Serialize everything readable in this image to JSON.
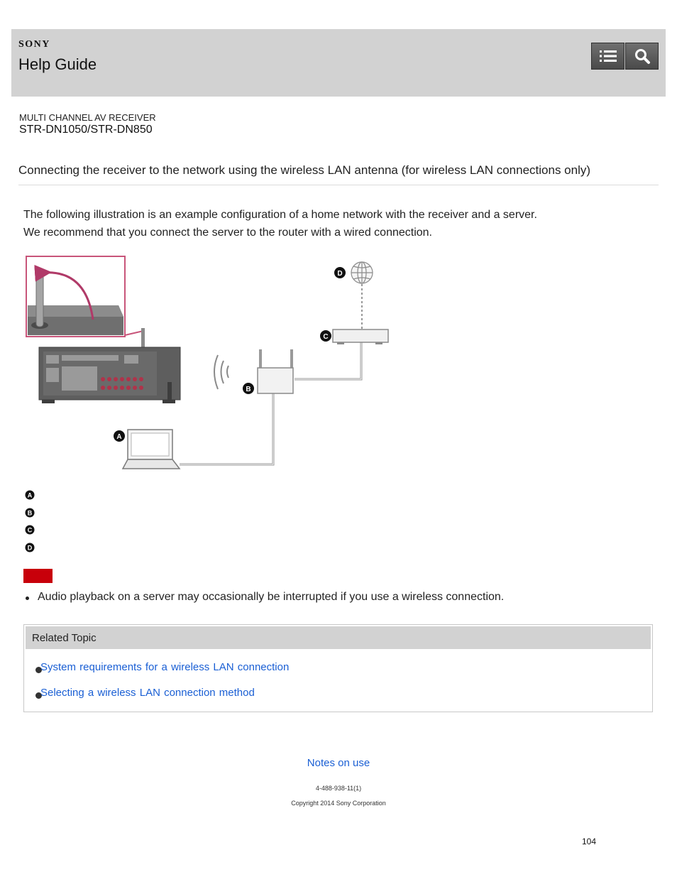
{
  "header": {
    "brand": "SONY",
    "title": "Help Guide",
    "toc_button": "list-icon",
    "search_button": "search-icon",
    "background": "#d2d2d2"
  },
  "product": {
    "category": "MULTI CHANNEL AV RECEIVER",
    "model": "STR-DN1050/STR-DN850"
  },
  "page_title": "Connecting the receiver to the network using the wireless LAN antenna (for wireless LAN connections only)",
  "intro": [
    "The following illustration is an example configuration of a home network with the receiver and a server.",
    "We recommend that you connect the server to the router with a wired connection."
  ],
  "diagram": {
    "labels": [
      "A",
      "B",
      "C",
      "D"
    ],
    "antenna_highlight_color": "#c8557a"
  },
  "legend": [
    "A",
    "B",
    "C",
    "D"
  ],
  "note": {
    "label_color": "#c8000a",
    "bullets": [
      "Audio playback on a server may occasionally be interrupted if you use a wireless connection."
    ]
  },
  "related": {
    "title": "Related Topic",
    "links": [
      "System requirements for a wireless LAN connection",
      "Selecting a wireless LAN connection method"
    ]
  },
  "footer": {
    "notes_link": "Notes on use",
    "doc_number": "4-488-938-11(1)",
    "copyright": "Copyright 2014 Sony Corporation",
    "page_number": "104",
    "link_color": "#1a5fd4"
  }
}
